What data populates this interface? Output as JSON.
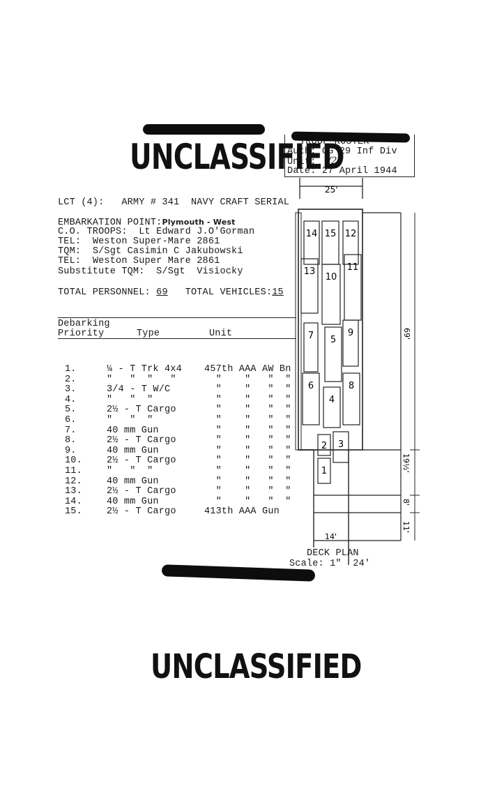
{
  "troop_box": {
    "line1": "TROOP ROSTER",
    "auth_label": "Auth:",
    "auth_value": "CG 29 Inf Div",
    "unit_label": "Unit:",
    "unit_value": "/2/",
    "date_label": "Date:",
    "date_value": "27 April 1944"
  },
  "stamp_top": "UNCLASSIFIED",
  "stamp_bottom": "UNCLASSIFIED",
  "header": {
    "lct": "LCT (4):",
    "army_label": "ARMY # 341",
    "navy_label": "NAVY CRAFT SERIAL",
    "embark_label": "EMBARKATION POINT:",
    "embark_value": "Plymouth - West"
  },
  "co": {
    "co_label": "C.O. TROOPS:",
    "co_value": "Lt Edward J.O'Gorman",
    "tel1_label": "TEL:",
    "tel1_value": "Weston Super-Mare 2861",
    "tqm_label": "TQM:",
    "tqm_value": "S/Sgt Casimin C Jakubowski",
    "tel2_label": "TEL:",
    "tel2_value": "Weston Super Mare 2861",
    "sub_label": "Substitute TQM:",
    "sub_value": "S/Sgt  Visiocky"
  },
  "totals": {
    "personnel_label": "TOTAL PERSONNEL:",
    "personnel_value": "69",
    "vehicles_label": "TOTAL VEHICLES:",
    "vehicles_value": "15"
  },
  "table": {
    "header_priority_1": "Debarking",
    "header_priority_2": "Priority",
    "header_type": "Type",
    "header_unit": "Unit",
    "rows": [
      {
        "p": "1.",
        "t": "¼ - T Trk 4x4",
        "u": "457th AAA AW Bn"
      },
      {
        "p": "2.",
        "t": "\"   \"  \"   \"",
        "u": "  \"    \"   \"  \""
      },
      {
        "p": "3.",
        "t": "3/4 - T W/C",
        "u": "  \"    \"   \"  \""
      },
      {
        "p": "4.",
        "t": "\"   \"  \"",
        "u": "  \"    \"   \"  \""
      },
      {
        "p": "5.",
        "t": "2½ - T Cargo",
        "u": "  \"    \"   \"  \""
      },
      {
        "p": "6.",
        "t": "\"   \"  \"",
        "u": "  \"    \"   \"  \""
      },
      {
        "p": "7.",
        "t": "40 mm Gun",
        "u": "  \"    \"   \"  \""
      },
      {
        "p": "8.",
        "t": "2½ - T Cargo",
        "u": "  \"    \"   \"  \""
      },
      {
        "p": "9.",
        "t": "40 mm Gun",
        "u": "  \"    \"   \"  \""
      },
      {
        "p": "10.",
        "t": "2½ - T Cargo",
        "u": "  \"    \"   \"  \""
      },
      {
        "p": "11.",
        "t": "\"   \"  \"",
        "u": "  \"    \"   \"  \""
      },
      {
        "p": "12.",
        "t": "40 mm Gun",
        "u": "  \"    \"   \"  \""
      },
      {
        "p": "13.",
        "t": "2½ - T Cargo",
        "u": "  \"    \"   \"  \""
      },
      {
        "p": "14.",
        "t": "40 mm Gun",
        "u": "  \"    \"   \"  \""
      },
      {
        "p": "15.",
        "t": "2½ - T Cargo",
        "u": "413th AAA Gun"
      }
    ]
  },
  "deck_plan": {
    "title": "DECK PLAN",
    "scale": "Scale: 1\"  24'",
    "dim_top": "25'",
    "dim_bottom": "14'",
    "dim_right_1": "69'",
    "dim_right_2": "19½'",
    "dim_right_3": "8'",
    "dim_right_4": "11'",
    "slots": [
      "14",
      "15",
      "12",
      "13",
      "10",
      "11",
      "7",
      "5",
      "9",
      "6",
      "4",
      "8",
      "2",
      "3",
      "1"
    ]
  }
}
